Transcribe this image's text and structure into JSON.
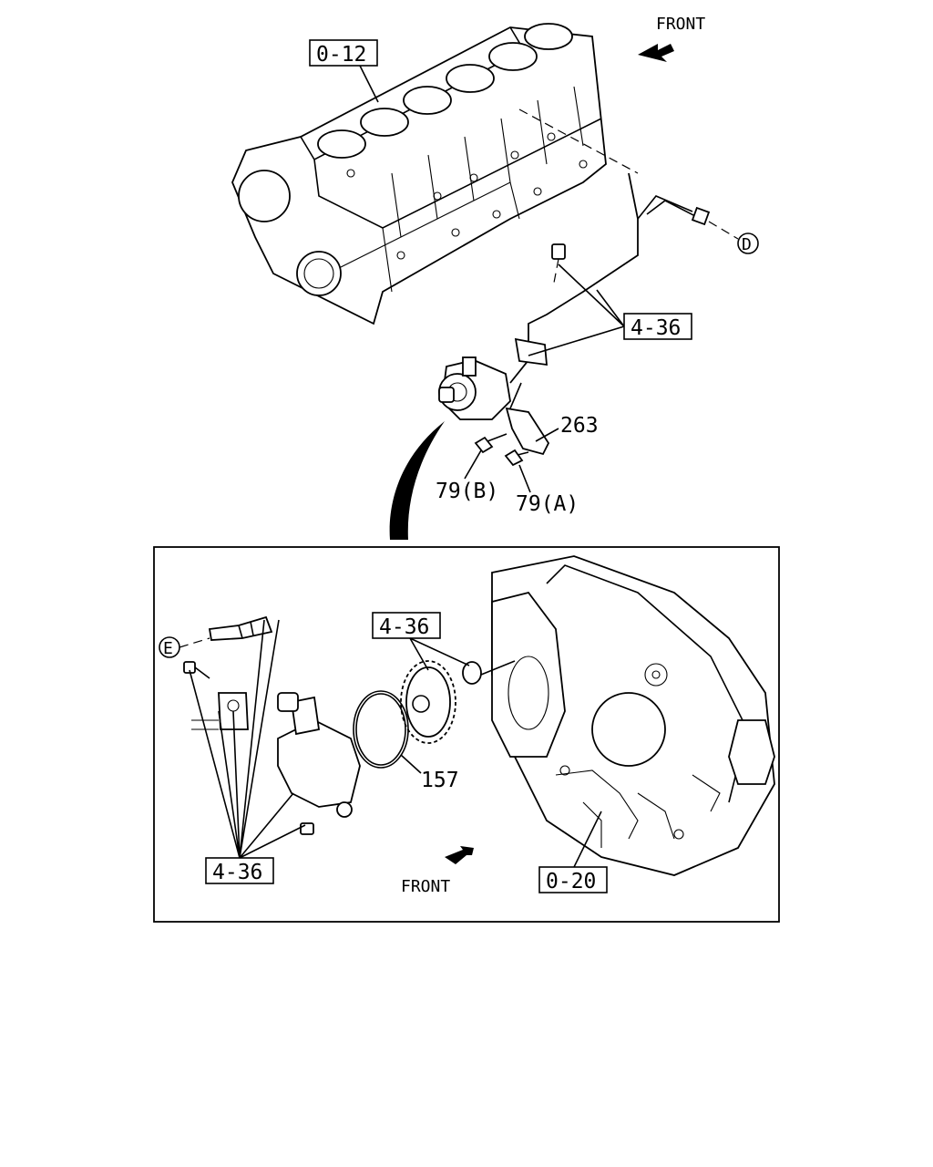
{
  "labels": {
    "block_ref": "0-12",
    "upper_bracket_ref": "4-36",
    "bracket_part": "263",
    "bolt_b": "79(B)",
    "bolt_a": "79(A)",
    "gear_ref": "4-36",
    "pump_ref": "4-36",
    "oring_part": "157",
    "housing_ref": "0-20",
    "connector_d": "D",
    "connector_e": "E",
    "front_top": "FRONT",
    "front_bottom": "FRONT"
  }
}
